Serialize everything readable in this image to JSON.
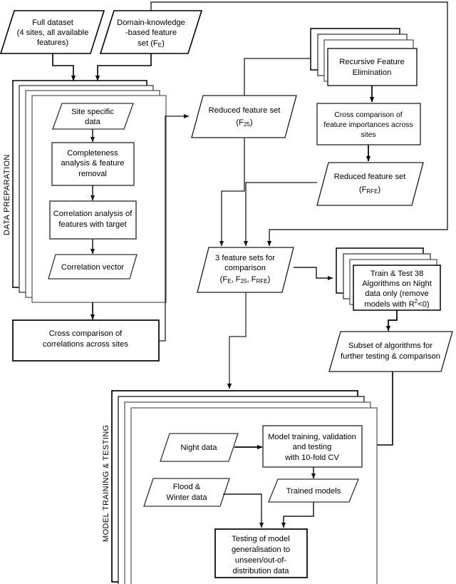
{
  "figure": {
    "type": "flowchart",
    "title": "Machine learning pipeline flowchart",
    "stages": [
      {
        "id": "data-preparation",
        "label": "DATA PREPARATION"
      },
      {
        "id": "model-training-testing",
        "label": "MODEL TRAINING & TESTING"
      }
    ],
    "colors": {
      "stroke": "#000000",
      "inner_stroke": "#4d4d4d",
      "fill": "#ffffff",
      "text": "#000000"
    }
  },
  "nodes": {
    "full_dataset": {
      "shape": "parallelogram",
      "lines": [
        "Full dataset",
        "(4 sites, all available",
        "features)"
      ]
    },
    "domain_feature_set": {
      "shape": "parallelogram",
      "lines": [
        "Domain-knowledge",
        "-based feature",
        "set (F"
      ],
      "sub": "E",
      "tail": ")"
    },
    "site_specific_data": {
      "shape": "parallelogram",
      "lines": [
        "Site specific",
        "data"
      ]
    },
    "completeness_analysis": {
      "shape": "process",
      "lines": [
        "Completeness",
        "analysis & feature",
        "removal"
      ]
    },
    "correlation_analysis": {
      "shape": "process",
      "lines": [
        "Correlation analysis of",
        "features with target"
      ]
    },
    "correlation_vector": {
      "shape": "parallelogram",
      "lines": [
        "Correlation vector"
      ]
    },
    "cross_comparison_correlations": {
      "shape": "process",
      "lines": [
        "Cross comparison of",
        "correlations across sites"
      ]
    },
    "reduced_feature_set_25": {
      "shape": "parallelogram",
      "lines": [
        "Reduced feature set",
        "(F"
      ],
      "sub": "25",
      "tail": ")"
    },
    "recursive_feature_elimination": {
      "shape": "process-stack",
      "lines": [
        "Recursive Feature",
        "Elimination"
      ]
    },
    "cross_comparison_importances": {
      "shape": "process",
      "lines": [
        "Cross comparison of",
        "feature importances across",
        "sites"
      ]
    },
    "reduced_feature_set_rfe": {
      "shape": "parallelogram",
      "lines": [
        "Reduced feature set",
        "(F"
      ],
      "sub": "RFE",
      "tail": ")"
    },
    "three_feature_sets": {
      "shape": "parallelogram",
      "lines": [
        "3 feature sets for",
        "comparison"
      ],
      "formula_line": "(FE, F25, FRFE)",
      "formula_parts": [
        {
          "text": "(F",
          "style": "base"
        },
        {
          "text": "E",
          "style": "sub"
        },
        {
          "text": ", F",
          "style": "base"
        },
        {
          "text": "25",
          "style": "sub"
        },
        {
          "text": ", F",
          "style": "base"
        },
        {
          "text": "RFE",
          "style": "sub"
        },
        {
          "text": ")",
          "style": "base"
        }
      ]
    },
    "train_test_38": {
      "shape": "process-stack",
      "lines": [
        "Train & Test 38",
        "Algorithms on Night",
        "data only (remove"
      ],
      "last_line_parts": [
        {
          "text": "models with R",
          "style": "base"
        },
        {
          "text": "2",
          "style": "sup"
        },
        {
          "text": "<0)",
          "style": "base"
        }
      ]
    },
    "subset_of_algorithms": {
      "shape": "parallelogram",
      "lines": [
        "Subset of algorithms for",
        "further testing & comparison"
      ]
    },
    "night_data": {
      "shape": "parallelogram",
      "lines": [
        "Night data"
      ]
    },
    "model_training": {
      "shape": "process",
      "lines": [
        "Model training, validation",
        "and testing",
        "with 10-fold CV"
      ]
    },
    "flood_winter_data": {
      "shape": "parallelogram",
      "lines": [
        "Flood &",
        "Winter data"
      ]
    },
    "trained_models": {
      "shape": "parallelogram",
      "lines": [
        "Trained models"
      ]
    },
    "testing_generalisation": {
      "shape": "process",
      "lines": [
        "Testing of model",
        "generalisation to",
        "unseen/out-of-",
        "distribution data"
      ]
    }
  },
  "edges": [
    {
      "from": "full_dataset",
      "to": "data-preparation-stack"
    },
    {
      "from": "domain_feature_set",
      "to": "data-preparation-stack"
    },
    {
      "from": "domain_feature_set",
      "to": "three_feature_sets"
    },
    {
      "from": "site_specific_data",
      "to": "completeness_analysis"
    },
    {
      "from": "completeness_analysis",
      "to": "correlation_analysis"
    },
    {
      "from": "correlation_analysis",
      "to": "correlation_vector"
    },
    {
      "from": "correlation_vector",
      "to": "cross_comparison_correlations"
    },
    {
      "from": "cross_comparison_correlations",
      "to": "reduced_feature_set_25"
    },
    {
      "from": "reduced_feature_set_25",
      "to": "recursive_feature_elimination"
    },
    {
      "from": "reduced_feature_set_25",
      "to": "three_feature_sets"
    },
    {
      "from": "recursive_feature_elimination",
      "to": "cross_comparison_importances"
    },
    {
      "from": "cross_comparison_importances",
      "to": "reduced_feature_set_rfe"
    },
    {
      "from": "reduced_feature_set_rfe",
      "to": "three_feature_sets"
    },
    {
      "from": "three_feature_sets",
      "to": "train_test_38"
    },
    {
      "from": "three_feature_sets",
      "to": "model-training-stack"
    },
    {
      "from": "train_test_38",
      "to": "subset_of_algorithms"
    },
    {
      "from": "subset_of_algorithms",
      "to": "model_training"
    },
    {
      "from": "night_data",
      "to": "model_training"
    },
    {
      "from": "model_training",
      "to": "trained_models"
    },
    {
      "from": "trained_models",
      "to": "testing_generalisation"
    },
    {
      "from": "flood_winter_data",
      "to": "testing_generalisation"
    }
  ]
}
